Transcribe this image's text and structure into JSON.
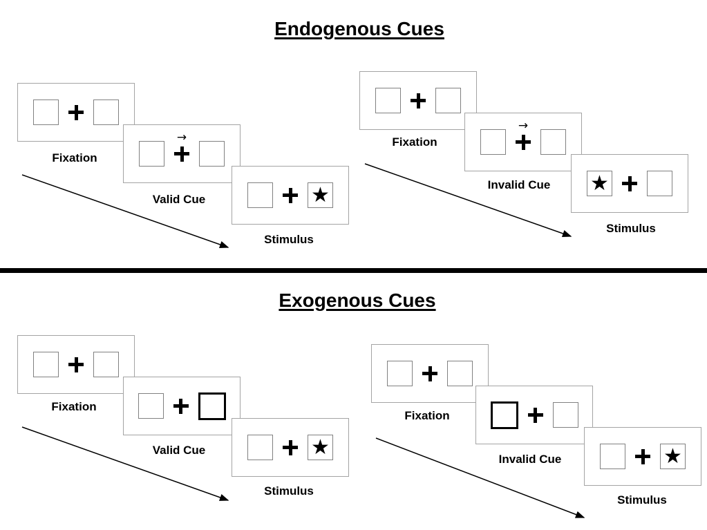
{
  "icons": {
    "fixation_cross": "+",
    "target_star": "★",
    "cue_arrow": "→"
  },
  "colors": {
    "line": "#000000",
    "panel_border": "#a3a3a3",
    "box_border": "#808080"
  },
  "sections": {
    "endogenous": {
      "title": "Endogenous Cues",
      "valid": {
        "fixation_label": "Fixation",
        "cue_label": "Valid Cue",
        "stimulus_label": "Stimulus",
        "cue_type": "central-arrow-right",
        "target_side": "right"
      },
      "invalid": {
        "fixation_label": "Fixation",
        "cue_label": "Invalid Cue",
        "stimulus_label": "Stimulus",
        "cue_type": "central-arrow-right",
        "target_side": "left"
      }
    },
    "exogenous": {
      "title": "Exogenous Cues",
      "valid": {
        "fixation_label": "Fixation",
        "cue_label": "Valid Cue",
        "stimulus_label": "Stimulus",
        "cue_type": "peripheral-box-right",
        "target_side": "right"
      },
      "invalid": {
        "fixation_label": "Fixation",
        "cue_label": "Invalid Cue",
        "stimulus_label": "Stimulus",
        "cue_type": "peripheral-box-left",
        "target_side": "right"
      }
    }
  }
}
